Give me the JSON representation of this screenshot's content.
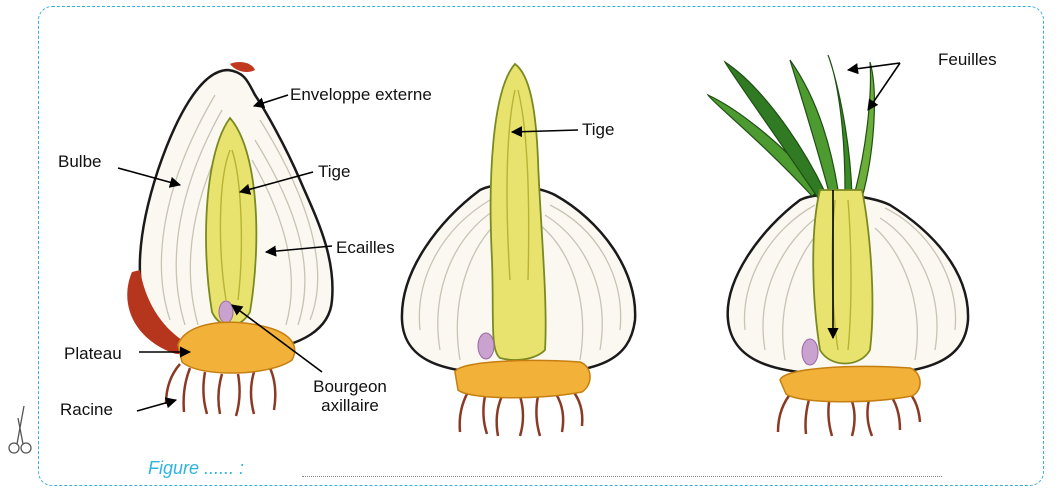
{
  "diagram": {
    "labels": {
      "enveloppe": "Enveloppe externe",
      "bulbe": "Bulbe",
      "tige1": "Tige",
      "ecailles": "Ecailles",
      "plateau": "Plateau",
      "racine": "Racine",
      "bourgeon1": "Bourgeon",
      "bourgeon2": "axillaire",
      "tige2": "Tige",
      "feuilles": "Feuilles"
    },
    "caption": {
      "prefix": "Figure  ...... :"
    },
    "colors": {
      "border": "#3aaed8",
      "caption": "#2fb3e0",
      "stem": "#d8d84a",
      "plateau": "#f2b23a",
      "skin": "#b5361c",
      "leaf": "#3f8a2a",
      "root": "#8a3a24",
      "bud": "#c9a2cf"
    },
    "icons": [
      "scissors-icon"
    ]
  }
}
